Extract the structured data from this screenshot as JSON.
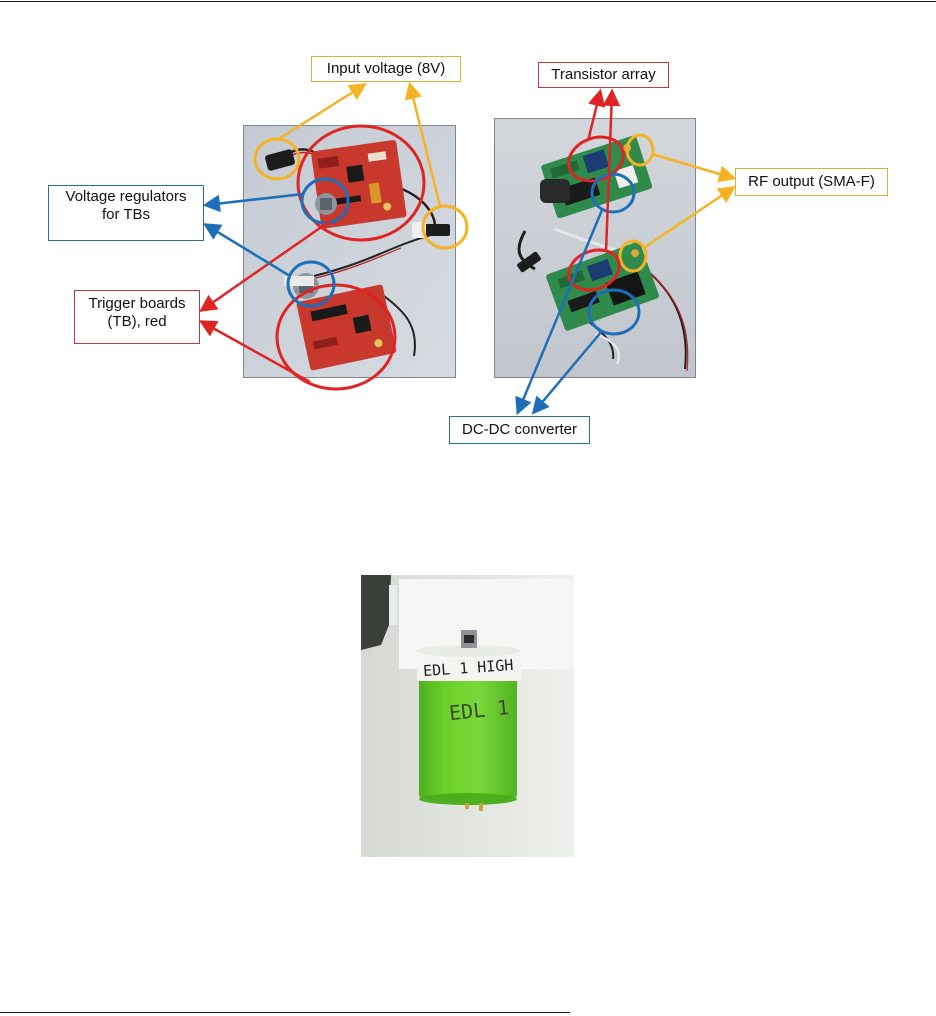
{
  "figure": {
    "labels": {
      "input_voltage": "Input voltage (8V)",
      "transistor_array": "Transistor array",
      "rf_output": "RF output (SMA-F)",
      "voltage_regulators_line1": "Voltage regulators",
      "voltage_regulators_line2": "for TBs",
      "trigger_boards_line1": "Trigger boards",
      "trigger_boards_line2": "(TB), red",
      "dcdc_converter": "DC-DC converter"
    },
    "colors": {
      "yellow": "#f5b324",
      "red": "#e02323",
      "blue": "#1f6fb8",
      "pcb_red": "#c8382c",
      "pcb_green": "#2f8a4c",
      "tube_green": "#6ccf2a"
    }
  },
  "photo_bottom": {
    "tape_text": "EDL 1  HIGH",
    "marker_text": "EDL 1"
  }
}
